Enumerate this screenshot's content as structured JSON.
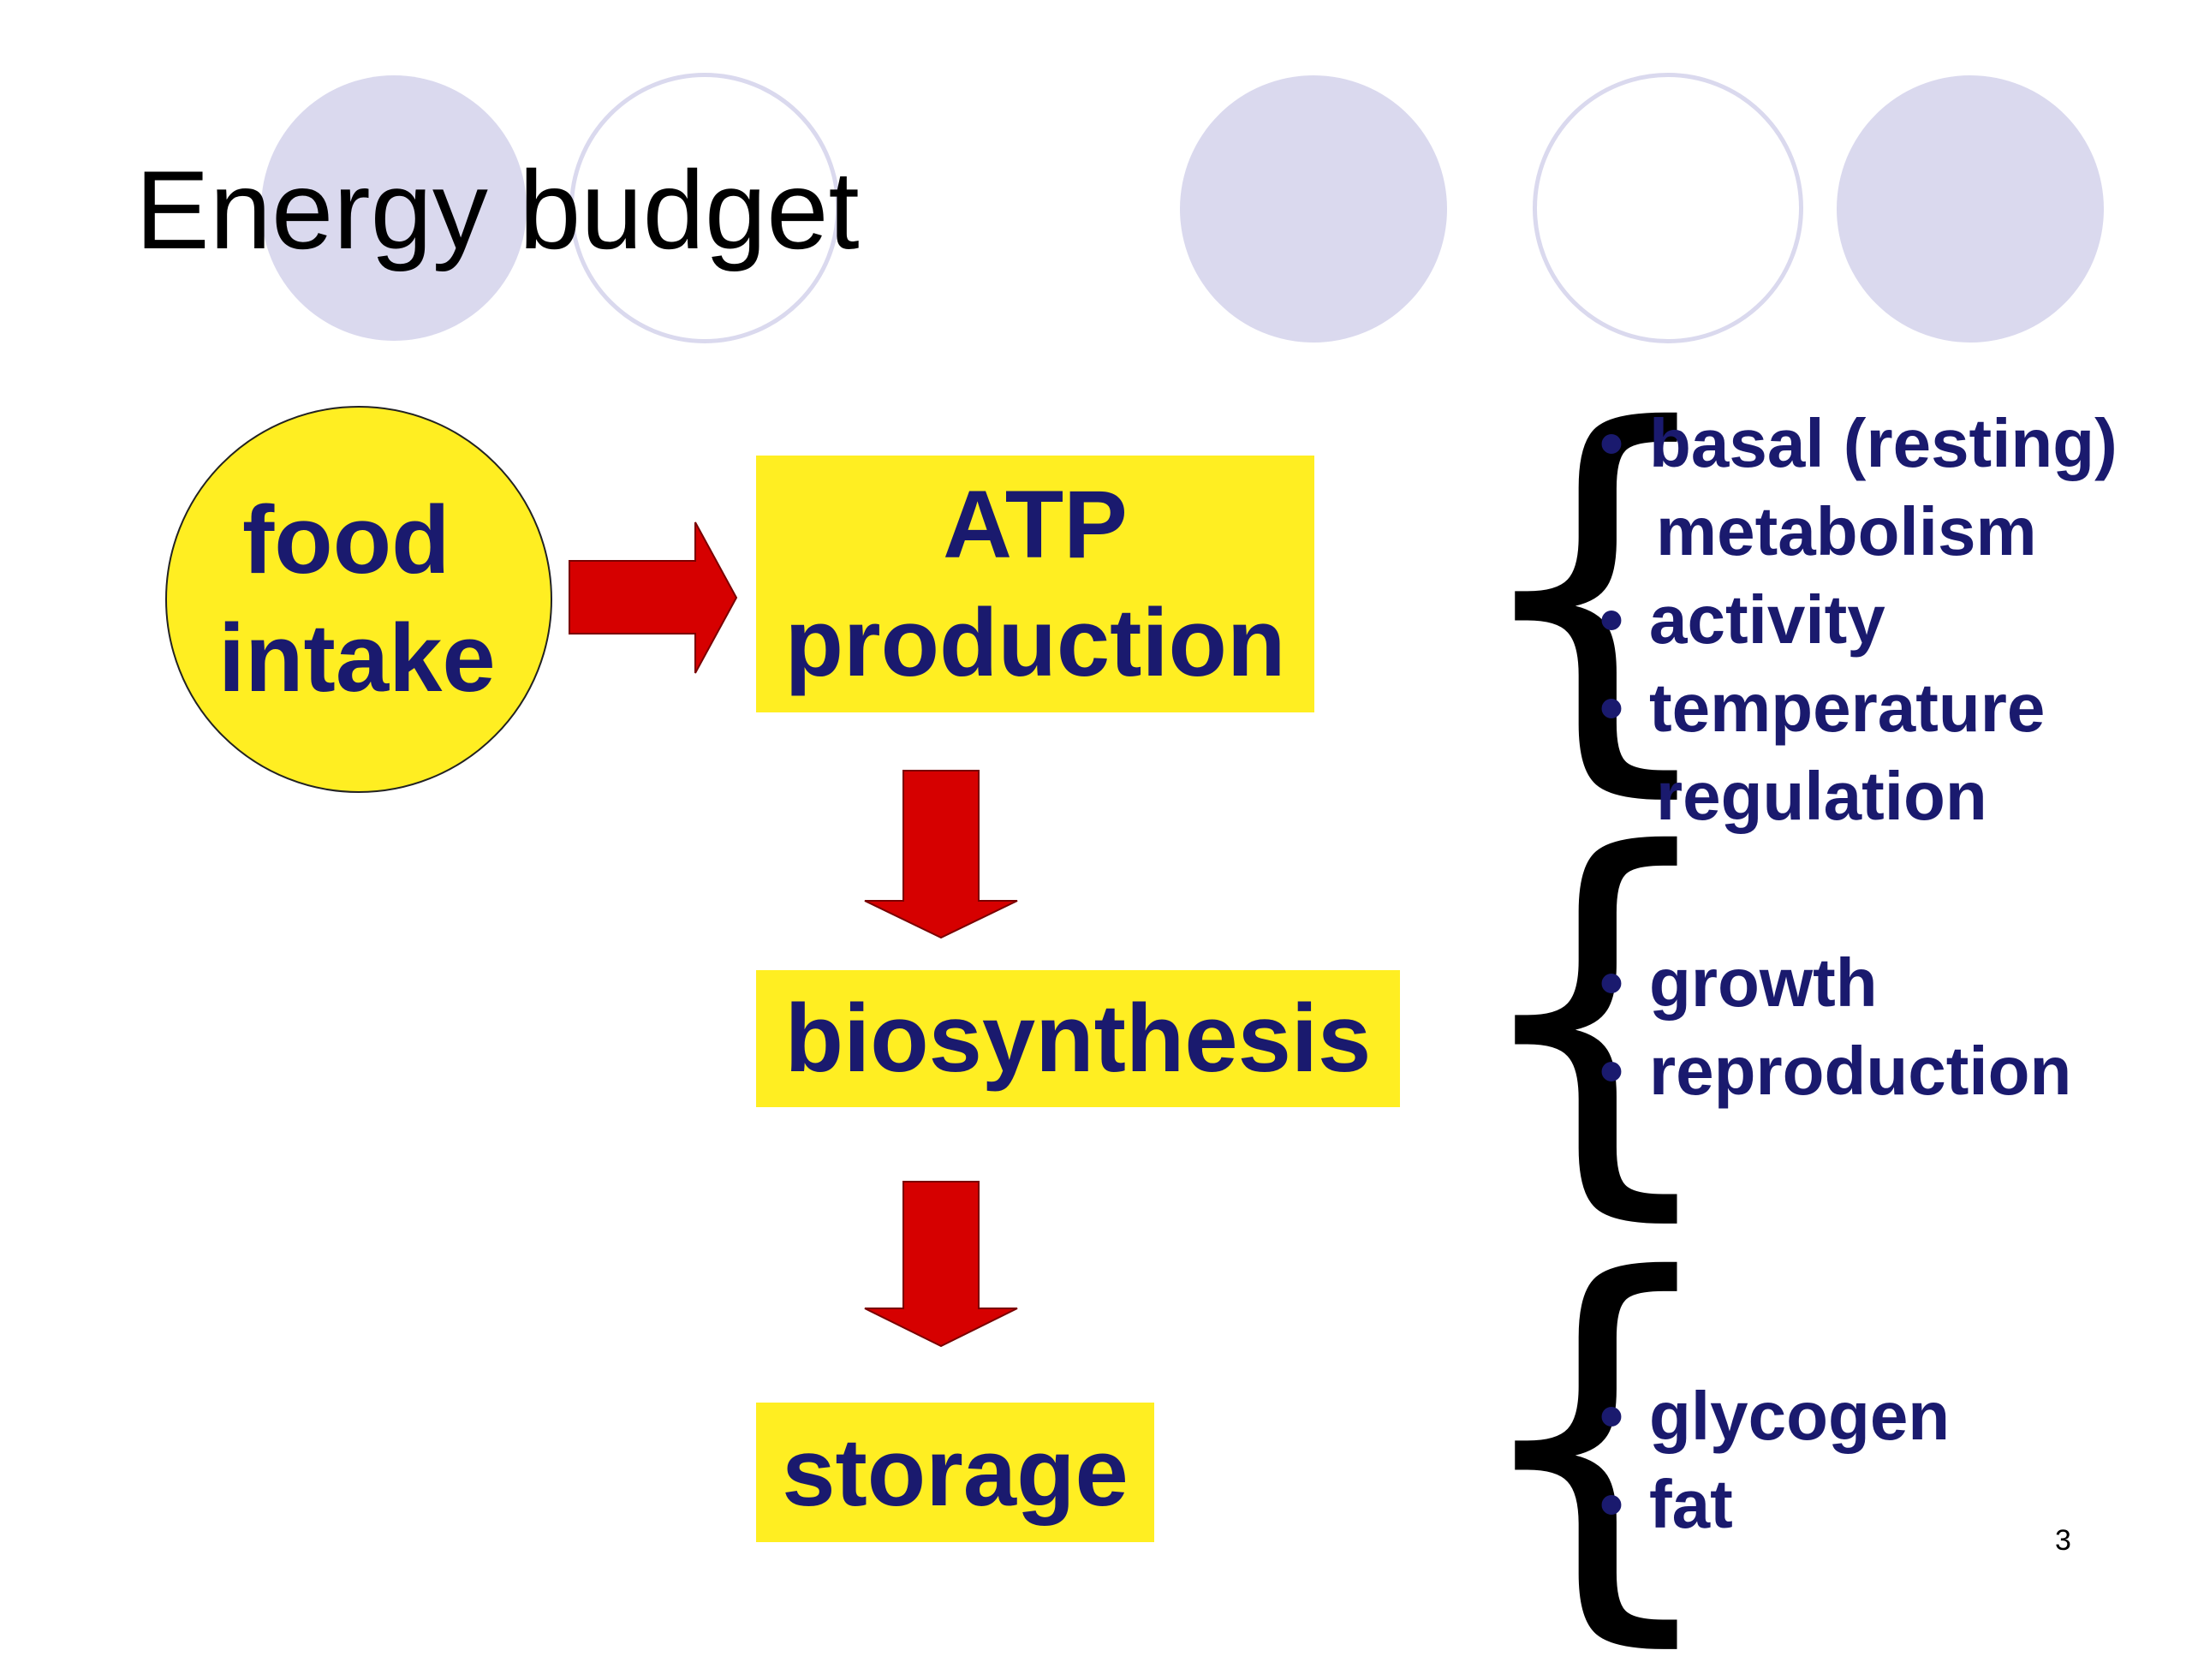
{
  "slide": {
    "title": "Energy budget",
    "page_number": "3"
  },
  "colors": {
    "box_fill": "#ffee22",
    "text_navy": "#1a1a6e",
    "arrow_red": "#d60000",
    "decor_lavender": "#dad9ee"
  },
  "nodes": {
    "food_intake": [
      "food",
      "intake"
    ],
    "atp_production": [
      "ATP",
      "production"
    ],
    "biosynthesis": "biosynthesis",
    "storage": "storage"
  },
  "groups": {
    "atp_uses": [
      {
        "bullet": "•",
        "lines": [
          "basal (resting)",
          "metabolism"
        ]
      },
      {
        "bullet": "•",
        "lines": [
          "activity"
        ]
      },
      {
        "bullet": "•",
        "lines": [
          "temperature",
          "regulation"
        ]
      }
    ],
    "biosynthesis_uses": [
      {
        "bullet": "•",
        "lines": [
          "growth"
        ]
      },
      {
        "bullet": "•",
        "lines": [
          "reproduction"
        ]
      }
    ],
    "storage_forms": [
      {
        "bullet": "•",
        "lines": [
          "glycogen"
        ]
      },
      {
        "bullet": "•",
        "lines": [
          "fat"
        ]
      }
    ]
  },
  "braces": {
    "symbol": "{"
  }
}
